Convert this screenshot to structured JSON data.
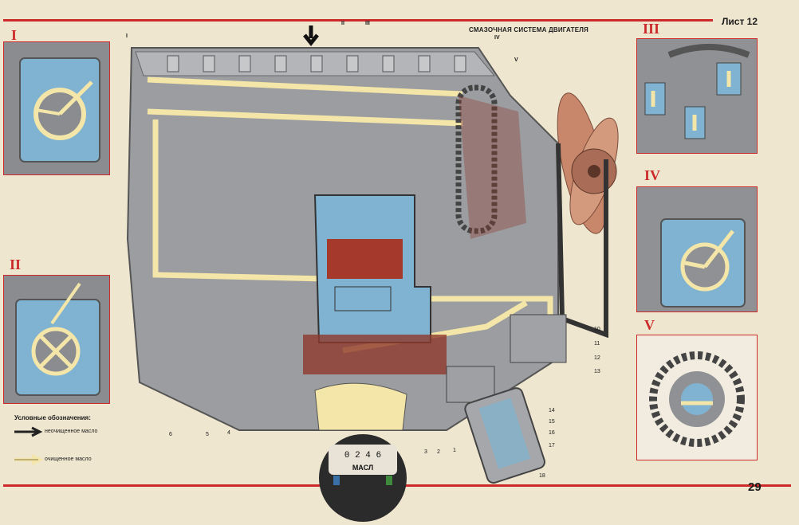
{
  "header": {
    "sheet_label": "Лист 12",
    "diagram_title": "СМАЗОЧНАЯ СИСТЕМА ДВИГАТЕЛЯ"
  },
  "page_number": "29",
  "panels": [
    {
      "id": "I",
      "roman": "I"
    },
    {
      "id": "II",
      "roman": "II"
    },
    {
      "id": "III",
      "roman": "III"
    },
    {
      "id": "IV",
      "roman": "IV"
    },
    {
      "id": "V",
      "roman": "V"
    }
  ],
  "main_markers": [
    "I",
    "II",
    "III",
    "IV",
    "V"
  ],
  "legend": {
    "title": "Условные обозначения:",
    "unfiltered_label": "неочищенное масло",
    "filtered_label": "очищенное масло"
  },
  "callouts": [
    "10",
    "11",
    "12",
    "13",
    "14",
    "15",
    "16",
    "17",
    "18",
    "1",
    "2",
    "3",
    "4",
    "5",
    "6"
  ],
  "gauge": {
    "scale": "0 2 4 6",
    "label": "МАСЛ"
  },
  "colors": {
    "rule_red": "#cc2a2a",
    "oil_unfiltered": "#f3e6a8",
    "oil_filtered": "#fff7d6",
    "duct_blue": "#7fb3d1",
    "metal_gray": "#9a9c9f"
  }
}
